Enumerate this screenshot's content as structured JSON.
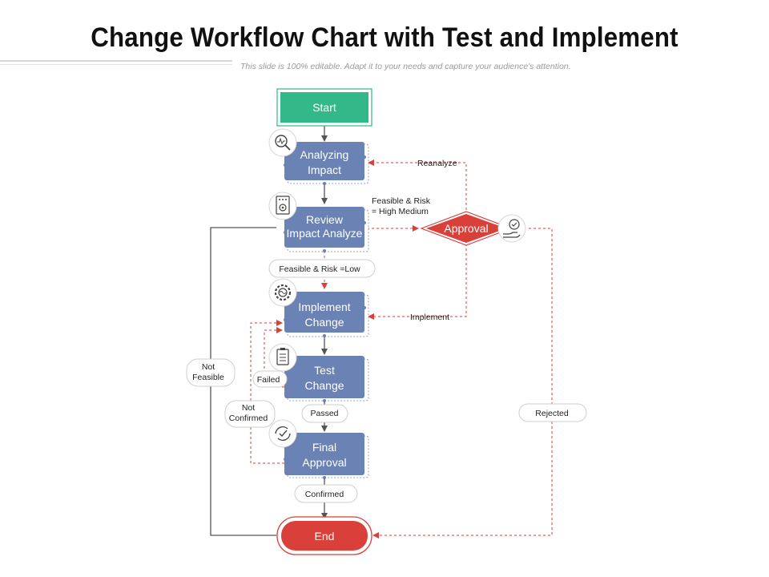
{
  "header": {
    "title": "Change Workflow Chart with Test and Implement",
    "subtitle": "This slide is 100% editable. Adapt it to your needs and capture your audience's attention."
  },
  "nodes": {
    "start": "Start",
    "analyzing": [
      "Analyzing",
      "Impact"
    ],
    "review": [
      "Review",
      "Impact Analyze"
    ],
    "implement": [
      "Implement",
      "Change"
    ],
    "test": [
      "Test",
      "Change"
    ],
    "final": [
      "Final",
      "Approval"
    ],
    "end": "End",
    "approval": "Approval"
  },
  "labels": {
    "reanalyze": "Reanalyze",
    "feasible_high": [
      "Feasible & Risk",
      "= High Medium"
    ],
    "feasible_low": "Feasible  & Risk =Low",
    "implement": "Implement",
    "not_feasible": [
      "Not",
      "Feasible"
    ],
    "failed": "Failed",
    "not_confirmed": [
      "Not",
      "Confirmed"
    ],
    "passed": "Passed",
    "confirmed": "Confirmed",
    "rejected": "Rejected"
  },
  "icons": [
    "magnify-chart-icon",
    "checklist-gear-icon",
    "gear-cycle-icon",
    "clipboard-list-icon",
    "refresh-check-icon",
    "hand-check-icon"
  ],
  "colors": {
    "start": "#33b889",
    "process": "#6a82b4",
    "end": "#d9403a",
    "approval": "#d9403a",
    "connector": "#555555",
    "dashed": "#d9403a"
  }
}
